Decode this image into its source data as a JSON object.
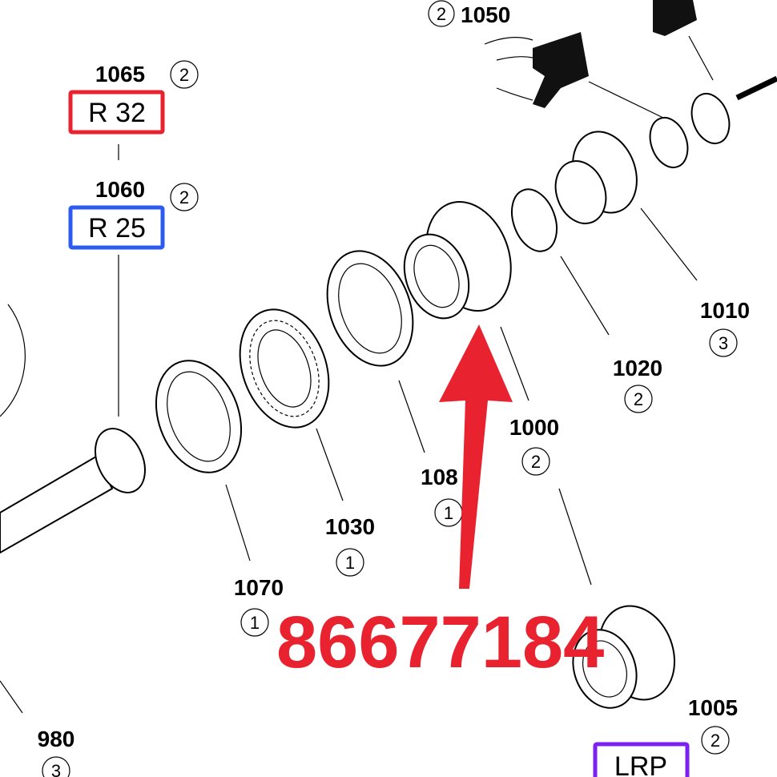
{
  "callouts": [
    {
      "part": "1050",
      "qty": "2"
    },
    {
      "part": "1065",
      "qty": "2"
    },
    {
      "part": "1060",
      "qty": "2"
    },
    {
      "part": "1010",
      "qty": "3"
    },
    {
      "part": "1020",
      "qty": "2"
    },
    {
      "part": "1000",
      "qty": "2"
    },
    {
      "part": "108",
      "qty": "1"
    },
    {
      "part": "1030",
      "qty": "1"
    },
    {
      "part": "1070",
      "qty": "1"
    },
    {
      "part": "1005",
      "qty": "2"
    },
    {
      "part": "980",
      "qty": "3"
    }
  ],
  "boxes": [
    {
      "label": "R 32",
      "color": "#e8222e"
    },
    {
      "label": "R 25",
      "color": "#2d5bf0"
    },
    {
      "label": "LRP",
      "color": "#7b22f0"
    }
  ],
  "overlay": {
    "part_number": "86677184",
    "color": "#e8222e"
  }
}
